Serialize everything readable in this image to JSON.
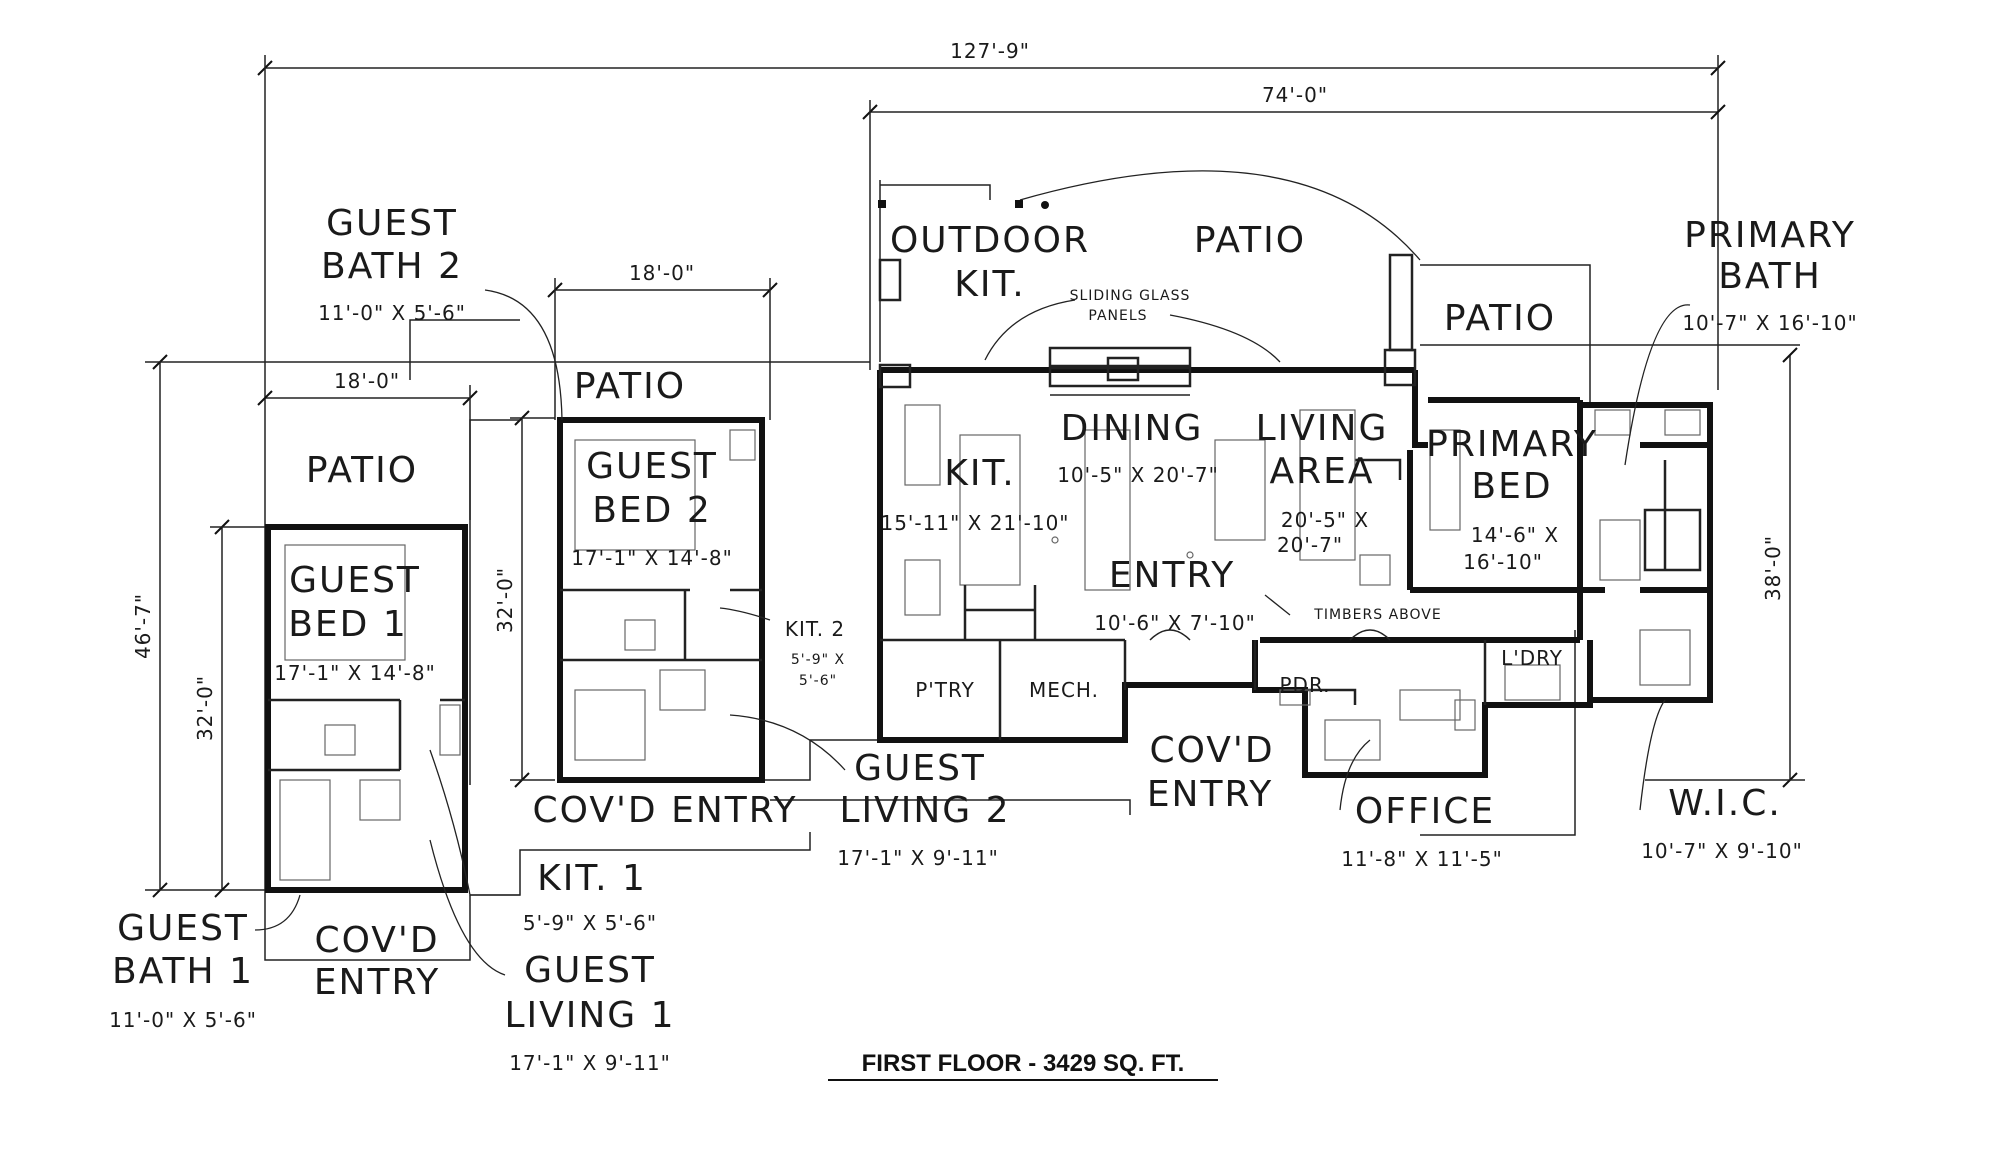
{
  "overall_dims": {
    "total_width": "127'-9\"",
    "main_width": "74'-0\"",
    "bed2_width": "18'-0\"",
    "bed1_width": "18'-0\"",
    "left_height": "46'-7\"",
    "bed1_height": "32'-0\"",
    "bed2_height": "32'-0\"",
    "primary_height": "38'-0\""
  },
  "rooms": {
    "guest_bath_2": {
      "name_1": "GUEST",
      "name_2": "BATH 2",
      "size": "11'-0\" X 5'-6\""
    },
    "outdoor_kit": {
      "name_1": "OUTDOOR",
      "name_2": "KIT."
    },
    "patio_main": {
      "name": "PATIO"
    },
    "sliding_note": {
      "line_1": "SLIDING GLASS",
      "line_2": "PANELS"
    },
    "patio_bed2": {
      "name": "PATIO"
    },
    "patio_primary": {
      "name": "PATIO"
    },
    "primary_bath": {
      "name_1": "PRIMARY",
      "name_2": "BATH",
      "size": "10'-7\" X 16'-10\""
    },
    "patio_bed1": {
      "name": "PATIO"
    },
    "guest_bed_2": {
      "name_1": "GUEST",
      "name_2": "BED 2",
      "size": "17'-1\" X 14'-8\""
    },
    "kit": {
      "name": "KIT.",
      "size": "15'-11\" X 21'-10\""
    },
    "dining": {
      "name": "DINING",
      "size": "10'-5\" X 20'-7\""
    },
    "living_area": {
      "name_1": "LIVING",
      "name_2": "AREA",
      "size_1": "20'-5\" X",
      "size_2": "20'-7\""
    },
    "primary_bed": {
      "name_1": "PRIMARY",
      "name_2": "BED",
      "size_1": "14'-6\" X",
      "size_2": "16'-10\""
    },
    "guest_bed_1": {
      "name_1": "GUEST",
      "name_2": "BED 1",
      "size": "17'-1\" X 14'-8\""
    },
    "entry": {
      "name": "ENTRY",
      "size": "10'-6\" X 7'-10\""
    },
    "timbers_note": "TIMBERS ABOVE",
    "kit_2": {
      "name": "KIT. 2",
      "size_1": "5'-9\" X",
      "size_2": "5'-6\""
    },
    "pantry": {
      "name": "P'TRY"
    },
    "mech": {
      "name": "MECH."
    },
    "pdr": {
      "name": "PDR."
    },
    "laundry": {
      "name": "L'DRY"
    },
    "guest_living_2": {
      "name_1": "GUEST",
      "name_2": "LIVING 2",
      "size": "17'-1\" X 9'-11\""
    },
    "covd_entry_main": {
      "name_1": "COV'D",
      "name_2": "ENTRY"
    },
    "covd_entry_bed2": {
      "name": "COV'D ENTRY"
    },
    "office": {
      "name": "OFFICE",
      "size": "11'-8\" X 11'-5\""
    },
    "wic": {
      "name": "W.I.C.",
      "size": "10'-7\" X 9'-10\""
    },
    "kit_1": {
      "name": "KIT. 1",
      "size": "5'-9\" X 5'-6\""
    },
    "guest_bath_1": {
      "name_1": "GUEST",
      "name_2": "BATH 1",
      "size": "11'-0\" X 5'-6\""
    },
    "covd_entry_bed1": {
      "name_1": "COV'D",
      "name_2": "ENTRY"
    },
    "guest_living_1": {
      "name_1": "GUEST",
      "name_2": "LIVING 1",
      "size": "17'-1\" X 9'-11\""
    }
  },
  "caption": "FIRST FLOOR - 3429 SQ. FT."
}
